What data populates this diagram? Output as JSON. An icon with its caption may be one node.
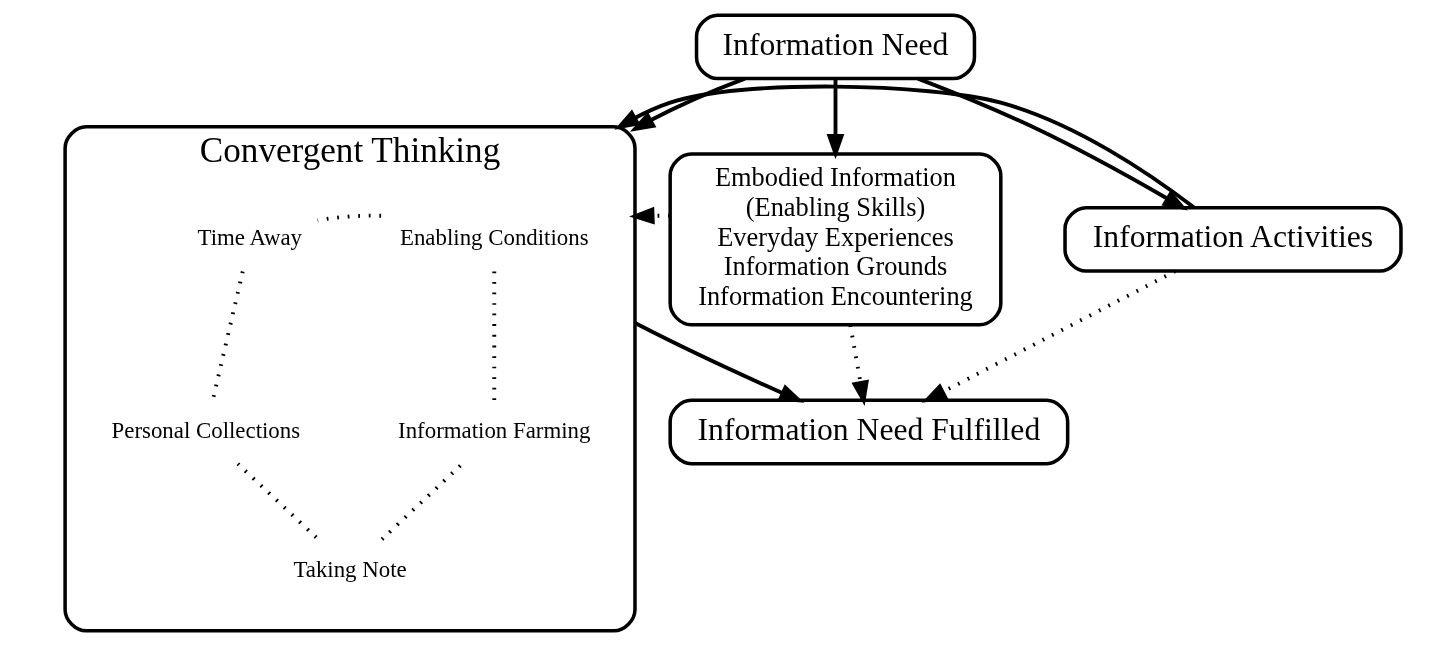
{
  "diagram": {
    "nodes": [
      {
        "text": [
          "Information Need"
        ]
      },
      {
        "text": [
          "Embodied Information",
          "(Enabling Skills)",
          "Everyday Experiences",
          "Information Grounds",
          "Information Encountering"
        ]
      },
      {
        "text": [
          "Convergent Thinking"
        ]
      },
      {
        "text": [
          "Information Activities"
        ]
      },
      {
        "text": [
          "Information Need Fulfilled"
        ]
      },
      {
        "text": [
          "Enabling Conditions"
        ],
        "in": 2
      },
      {
        "text": [
          "Time Away"
        ],
        "in": 2
      },
      {
        "text": [
          "Information Farming"
        ],
        "in": 2
      },
      {
        "text": [
          "Personal Collections"
        ],
        "in": 2
      },
      {
        "text": [
          "Taking Note"
        ],
        "in": 2
      }
    ],
    "edges": [
      {
        "from": 0,
        "to": 1,
        "arrow": "to"
      },
      {
        "from": 0,
        "to": 2,
        "arrow": "to"
      },
      {
        "from": 0,
        "to": 3,
        "arrow": "to"
      },
      {
        "from": 3,
        "to": 2,
        "arrow": "to"
      },
      {
        "from": 1,
        "to": 2,
        "arrow": "to",
        "style": "dashed"
      },
      {
        "from": 1,
        "to": 4,
        "arrow": "to",
        "style": "dashed"
      },
      {
        "from": 2,
        "to": 4,
        "arrow": "to"
      },
      {
        "from": 3,
        "to": 4,
        "arrow": "to",
        "style": "dashed"
      },
      {
        "from": 5,
        "to": 6,
        "arrow": "none",
        "style": "dashed"
      },
      {
        "from": 6,
        "to": 8,
        "arrow": "none",
        "style": "dashed"
      },
      {
        "from": 8,
        "to": 9,
        "arrow": "none",
        "style": "dashed"
      },
      {
        "from": 9,
        "to": 7,
        "arrow": "none",
        "style": "dashed"
      },
      {
        "from": 7,
        "to": 5,
        "arrow": "none",
        "style": "dashed"
      }
    ]
  }
}
